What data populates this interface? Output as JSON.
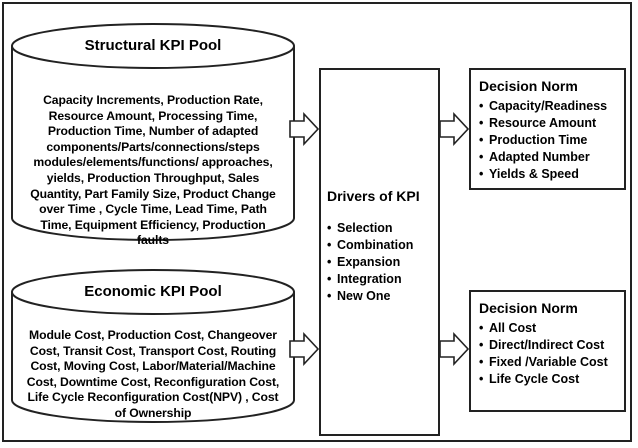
{
  "structural_pool": {
    "title": "Structural KPI Pool",
    "lines": [
      "Capacity  Increments, Production Rate,",
      "Resource Amount, Processing Time,",
      "Production Time, Number of adapted",
      "components/Parts/connections/steps",
      "modules/elements/functions/ approaches,",
      "yields, Production Throughput, Sales",
      "Quantity, Part Family Size, Product Change",
      "over Time ,  Cycle Time, Lead Time, Path",
      "Time, Equipment Efficiency, Production",
      "faults"
    ]
  },
  "economic_pool": {
    "title": "Economic KPI Pool",
    "lines": [
      "Module Cost, Production Cost, Changeover",
      "Cost, Transit Cost, Transport Cost, Routing",
      "Cost, Moving Cost,  Labor/Material/Machine",
      "Cost, Downtime  Cost,  Reconfiguration Cost,",
      "Life Cycle Reconfiguration Cost(NPV) , Cost",
      "of Ownership"
    ]
  },
  "drivers": {
    "title": "Drivers of KPI",
    "items": [
      "Selection",
      "Combination",
      "Expansion",
      "Integration",
      "New One"
    ]
  },
  "decision_norm_top": {
    "title": "Decision Norm",
    "items": [
      "Capacity/Readiness",
      "Resource Amount",
      "Production Time",
      "Adapted Number",
      "Yields & Speed"
    ]
  },
  "decision_norm_bottom": {
    "title": "Decision Norm",
    "items": [
      "All Cost",
      "Direct/Indirect  Cost",
      "Fixed /Variable  Cost",
      "Life  Cycle Cost"
    ]
  },
  "bullet_glyph": "•",
  "colors": {
    "stroke": "#222222",
    "fill": "#ffffff"
  }
}
